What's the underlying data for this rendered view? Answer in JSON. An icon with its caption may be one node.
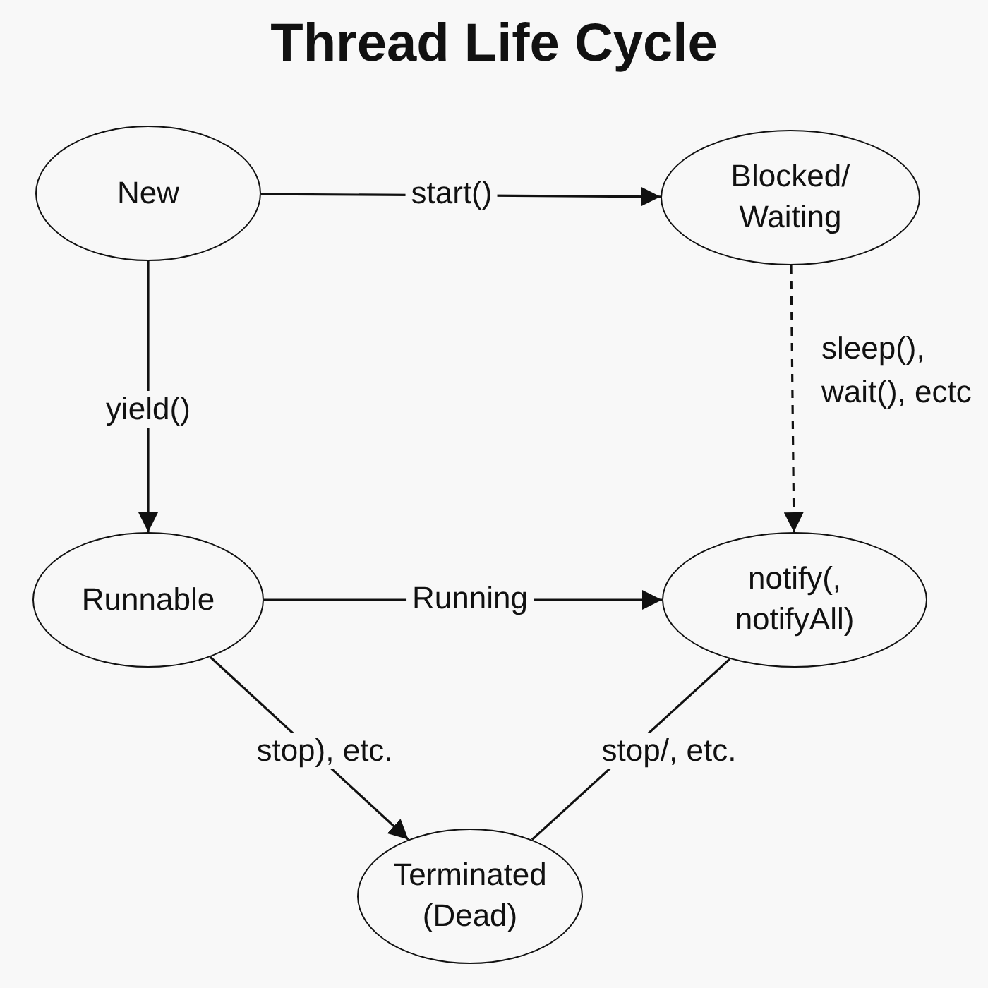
{
  "diagram": {
    "title": "Thread Life Cycle",
    "nodes": [
      {
        "text": [
          "New"
        ]
      },
      {
        "text": [
          "Blocked/ Waiting"
        ]
      },
      {
        "text": [
          "Runnable"
        ]
      },
      {
        "text": [
          "notify(, notifyAll)"
        ]
      },
      {
        "text": [
          "Terminated (Dead)"
        ]
      }
    ],
    "edges": [
      {
        "from": 0,
        "to": 1,
        "arrow": "to",
        "label": "start()"
      },
      {
        "from": 0,
        "to": 2,
        "arrow": "to",
        "label": "yield()"
      },
      {
        "from": 1,
        "to": 3,
        "arrow": "to",
        "label": "sleep(), wait(), ectc",
        "style": "dashed"
      },
      {
        "from": 2,
        "to": 3,
        "arrow": "to",
        "label": "Running"
      },
      {
        "from": 2,
        "to": 4,
        "arrow": "to",
        "label": "stop), etc."
      },
      {
        "from": 3,
        "to": 4,
        "arrow": "none",
        "label": "stop/, etc."
      }
    ]
  }
}
